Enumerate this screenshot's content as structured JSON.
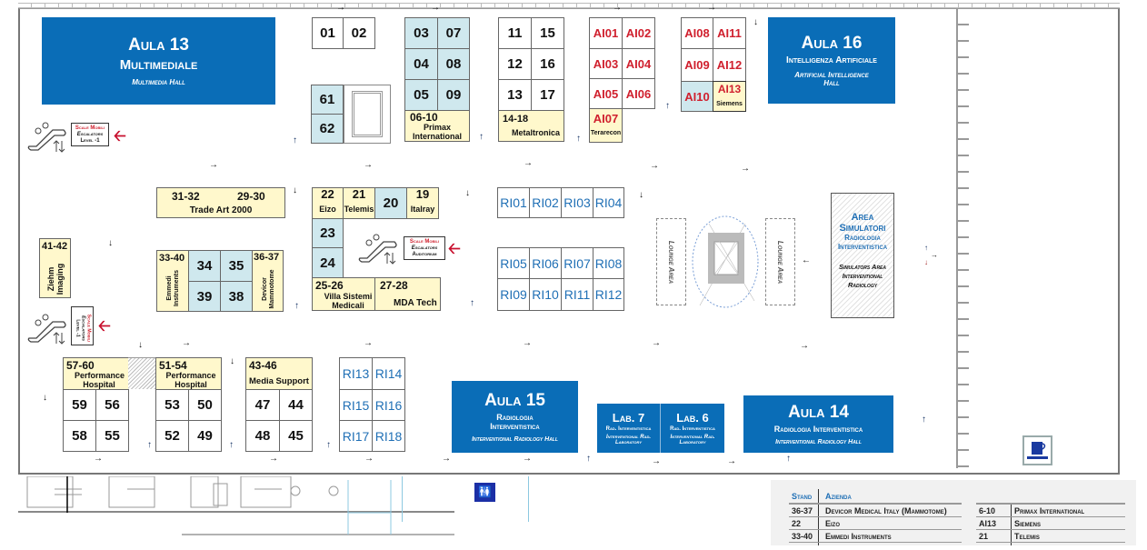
{
  "halls": {
    "aula13": {
      "title": "Aula 13",
      "subtitle": "Multimediale",
      "english": "Multimedia Hall"
    },
    "aula16": {
      "title": "Aula 16",
      "subtitle": "Intelligenza Artificiale",
      "english": "Artificial Intelligence Hall"
    },
    "aula15": {
      "title": "Aula 15",
      "subtitle": "Radiologia Interventistica",
      "english": "Interventional Radiology Hall"
    },
    "aula14": {
      "title": "Aula 14",
      "subtitle": "Radiologia Interventistica",
      "english": "Interventional Radiology Hall"
    },
    "lab7": {
      "title": "Lab. 7",
      "subtitle": "Rad. Interventistica",
      "english": "Interventional Rad. Laboratory"
    },
    "lab6": {
      "title": "Lab. 6",
      "subtitle": "Rad. Interventistica",
      "english": "Interventional Rad. Laboratory"
    }
  },
  "simulators": {
    "title1": "Area",
    "title2": "Simulatori",
    "subtitle": "Radiologia Interventistica",
    "english": "Simulators Area Interventional Radiology"
  },
  "lounge": {
    "label": "Lounge Area"
  },
  "escalators": [
    {
      "it": "Scale Mobili",
      "en": "Escalators",
      "level": "Level -1"
    },
    {
      "it": "Scale Mobili",
      "en": "Escalators",
      "level": "Level -1"
    },
    {
      "it": "Scale Mobili",
      "en": "Escalators",
      "level": "Auditorium"
    }
  ],
  "stands": {
    "s01": "01",
    "s02": "02",
    "s03": "03",
    "s07": "07",
    "s04": "04",
    "s08": "08",
    "s05": "05",
    "s09": "09",
    "s61": "61",
    "s62": "62",
    "s11": "11",
    "s15": "15",
    "s12": "12",
    "s16": "16",
    "s13": "13",
    "s17": "17",
    "ai01": "AI01",
    "ai02": "AI02",
    "ai03": "AI03",
    "ai04": "AI04",
    "ai05": "AI05",
    "ai06": "AI06",
    "ai07": "AI07",
    "ai08": "AI08",
    "ai11": "AI11",
    "ai09": "AI09",
    "ai12": "AI12",
    "ai10": "AI10",
    "ai13": "AI13",
    "s22": "22",
    "s21": "21",
    "s20": "20",
    "s19": "19",
    "s23": "23",
    "s24": "24",
    "s34": "34",
    "s35": "35",
    "s39": "39",
    "s38": "38",
    "ri01": "RI01",
    "ri02": "RI02",
    "ri03": "RI03",
    "ri04": "RI04",
    "ri05": "RI05",
    "ri06": "RI06",
    "ri07": "RI07",
    "ri08": "RI08",
    "ri09": "RI09",
    "ri10": "RI10",
    "ri11": "RI11",
    "ri12": "RI12",
    "ri13": "RI13",
    "ri14": "RI14",
    "ri15": "RI15",
    "ri16": "RI16",
    "ri17": "RI17",
    "ri18": "RI18",
    "s59": "59",
    "s56": "56",
    "s58": "58",
    "s55": "55",
    "s53": "53",
    "s50": "50",
    "s52": "52",
    "s49": "49",
    "s47": "47",
    "s44": "44",
    "s48": "48",
    "s45": "45"
  },
  "groups": {
    "g06_10": {
      "num": "06-10",
      "company": "Primax International"
    },
    "g14_18": {
      "num": "14-18",
      "company": "Metaltronica"
    },
    "ai07": {
      "company": "Terarecon"
    },
    "ai13": {
      "company": "Siemens"
    },
    "g31_32": {
      "num": "31-32"
    },
    "g29_30": {
      "num": "29-30",
      "company": "Trade Art 2000"
    },
    "g41_42": {
      "num": "41-42",
      "company": "Ziehm Imaging"
    },
    "g33_40": {
      "num": "33-40",
      "company": "Emmedi Instruments"
    },
    "g36_37": {
      "num": "36-37",
      "company": "Devicor Mammotome"
    },
    "s22": {
      "company": "Eizo"
    },
    "s21": {
      "company": "Telemis"
    },
    "s19": {
      "company": "Italray"
    },
    "g25_26": {
      "num": "25-26",
      "company": "Villa Sistemi Medicali"
    },
    "g27_28": {
      "num": "27-28",
      "company": "MDA Tech"
    },
    "g57_60": {
      "num": "57-60",
      "company": "Performance Hospital"
    },
    "g51_54": {
      "num": "51-54",
      "company": "Performance Hospital"
    },
    "g43_46": {
      "num": "43-46",
      "company": "Media Support"
    }
  },
  "legend": {
    "header": {
      "stand": "Stand",
      "company": "Azienda"
    },
    "left": [
      {
        "stand": "36-37",
        "company": "Devicor Medical Italy (Mammotome)"
      },
      {
        "stand": "22",
        "company": "Eizo"
      },
      {
        "stand": "33-40",
        "company": "Emmedi Instruments"
      }
    ],
    "right": [
      {
        "stand": "6-10",
        "company": "Primax International"
      },
      {
        "stand": "AI13",
        "company": "Siemens"
      },
      {
        "stand": "21",
        "company": "Telemis"
      }
    ]
  },
  "colors": {
    "hall": "#0a6db7",
    "stand_blue": "#cfe8ee",
    "stand_yellow": "#fff8cc",
    "ai_red": "#d0202e",
    "ri_blue": "#1f6fb5"
  }
}
